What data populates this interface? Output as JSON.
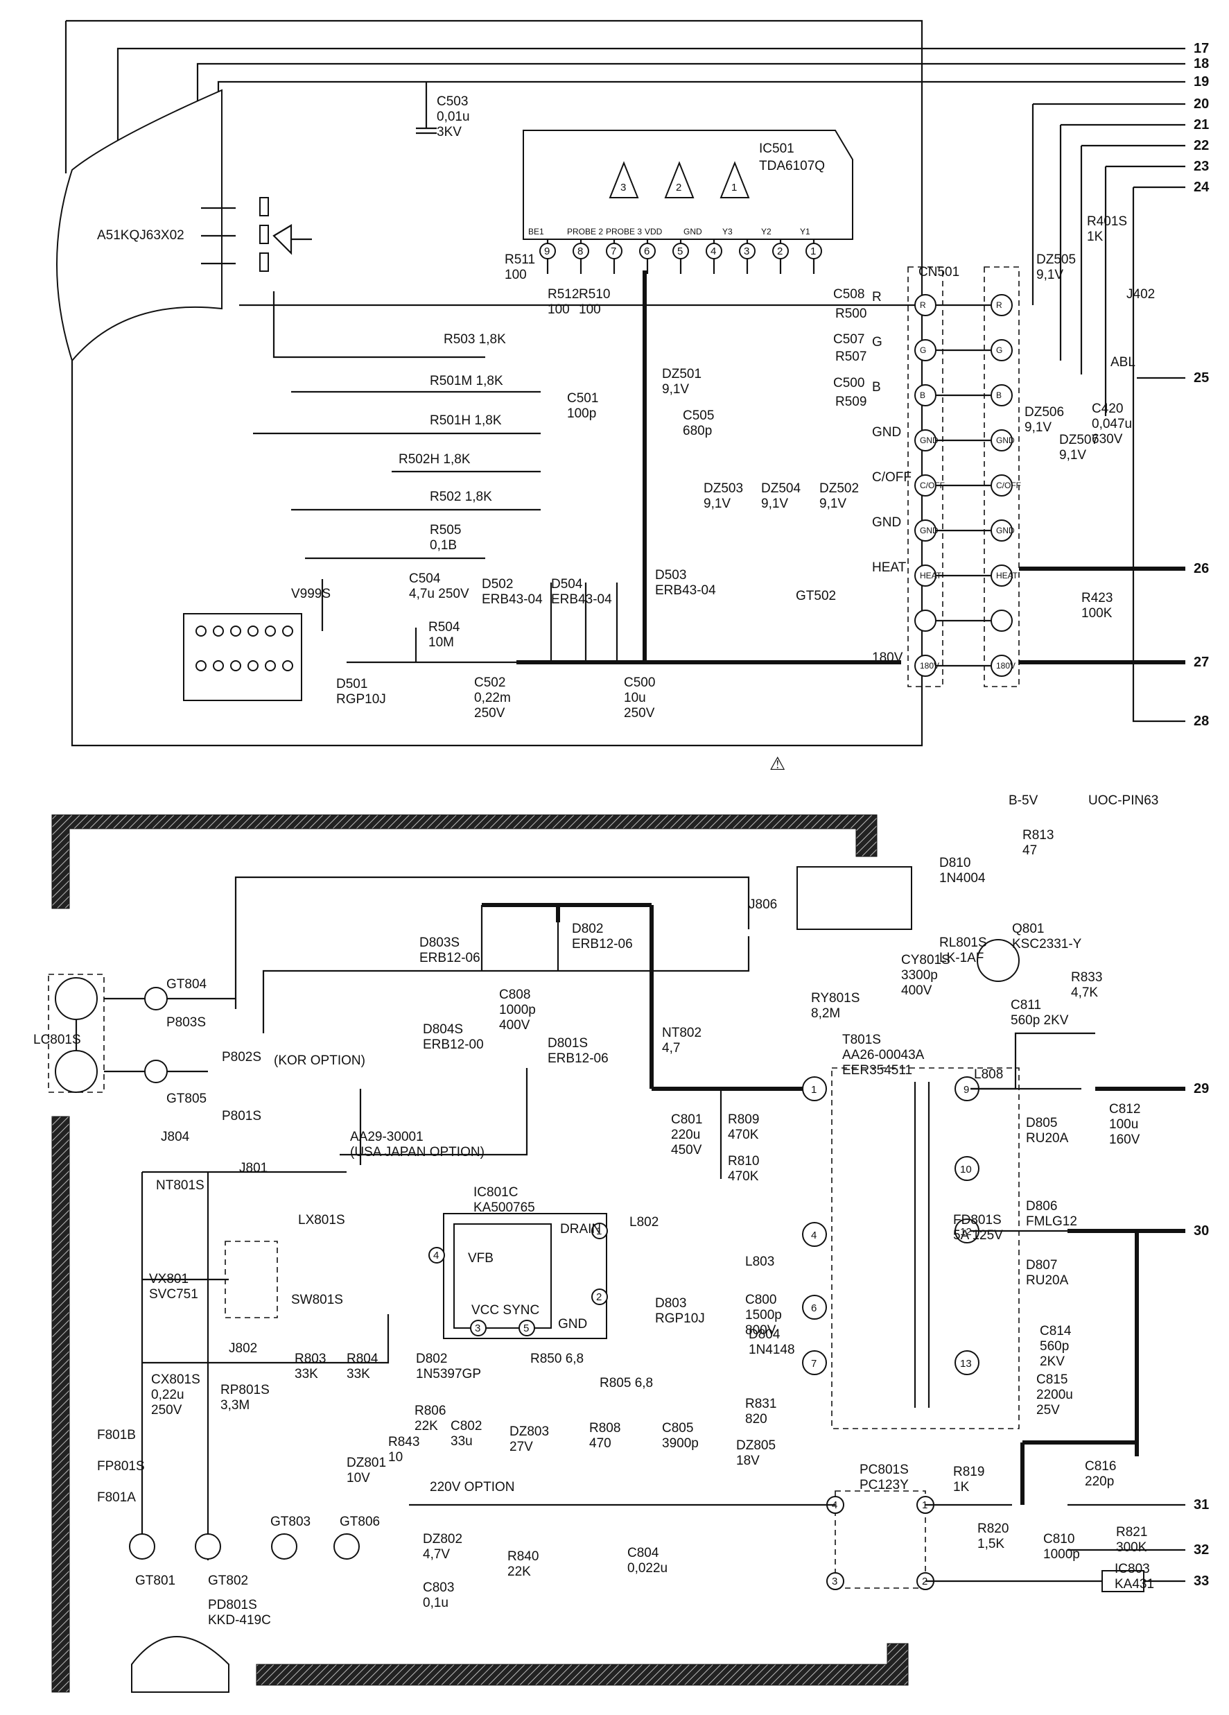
{
  "terminals_top": [
    "17",
    "18",
    "19",
    "20",
    "21",
    "22",
    "23",
    "24",
    "25",
    "26",
    "27",
    "28"
  ],
  "terminals_bottom": [
    "29",
    "30",
    "31",
    "32",
    "33"
  ],
  "crt": {
    "model": "A51KQJ63X02"
  },
  "ic501": {
    "ref": "IC501",
    "part": "TDA6107Q",
    "pin_names": [
      "BE1",
      "PROBE 2",
      "PROBE 3",
      "VDD",
      "GND",
      "Y3",
      "Y2",
      "Y1"
    ],
    "pins": [
      "9",
      "8",
      "7",
      "6",
      "5",
      "4",
      "3",
      "2",
      "1"
    ],
    "amps": [
      "3",
      "2",
      "1"
    ]
  },
  "top_labels": [
    {
      "id": "c503",
      "lines": [
        "C503",
        "0,01u",
        "3KV"
      ]
    },
    {
      "id": "r511",
      "lines": [
        "R511",
        "100"
      ]
    },
    {
      "id": "r512",
      "lines": [
        "R512",
        "100"
      ]
    },
    {
      "id": "r510",
      "lines": [
        "R510",
        "100"
      ]
    },
    {
      "id": "r503",
      "lines": [
        "R503 1,8K"
      ]
    },
    {
      "id": "r501m",
      "lines": [
        "R501M 1,8K"
      ]
    },
    {
      "id": "r501h",
      "lines": [
        "R501H 1,8K"
      ]
    },
    {
      "id": "r502h",
      "lines": [
        "R502H 1,8K"
      ]
    },
    {
      "id": "r502",
      "lines": [
        "R502 1,8K"
      ]
    },
    {
      "id": "r505",
      "lines": [
        "R505",
        "0,1B"
      ]
    },
    {
      "id": "c501",
      "lines": [
        "C501",
        "100p"
      ]
    },
    {
      "id": "c505",
      "lines": [
        "C505",
        "680p"
      ]
    },
    {
      "id": "dz501",
      "lines": [
        "DZ501",
        "9,1V"
      ]
    },
    {
      "id": "dz503",
      "lines": [
        "DZ503",
        "9,1V"
      ]
    },
    {
      "id": "dz504",
      "lines": [
        "DZ504",
        "9,1V"
      ]
    },
    {
      "id": "dz502",
      "lines": [
        "DZ502",
        "9,1V"
      ]
    },
    {
      "id": "c508",
      "lines": [
        "C508"
      ]
    },
    {
      "id": "r500",
      "lines": [
        "R500"
      ]
    },
    {
      "id": "c507",
      "lines": [
        "C507"
      ]
    },
    {
      "id": "r507",
      "lines": [
        "R507"
      ]
    },
    {
      "id": "c500b",
      "lines": [
        "C500"
      ]
    },
    {
      "id": "r509",
      "lines": [
        "R509"
      ]
    },
    {
      "id": "v999s",
      "lines": [
        "V999S"
      ]
    },
    {
      "id": "c504",
      "lines": [
        "C504",
        "4,7u 250V"
      ]
    },
    {
      "id": "r504",
      "lines": [
        "R504",
        "10M"
      ]
    },
    {
      "id": "d502",
      "lines": [
        "D502",
        "ERB43-04"
      ]
    },
    {
      "id": "d504",
      "lines": [
        "D504",
        "ERB43-04"
      ]
    },
    {
      "id": "d503",
      "lines": [
        "D503",
        "ERB43-04"
      ]
    },
    {
      "id": "gt502",
      "lines": [
        "GT502"
      ]
    },
    {
      "id": "d501",
      "lines": [
        "D501",
        "RGP10J"
      ]
    },
    {
      "id": "c502",
      "lines": [
        "C502",
        "0,22m",
        "250V"
      ]
    },
    {
      "id": "c500",
      "lines": [
        "C500",
        "10u",
        "250V"
      ]
    },
    {
      "id": "cn501",
      "lines": [
        "CN501"
      ]
    },
    {
      "id": "dz505",
      "lines": [
        "DZ505",
        "9,1V"
      ]
    },
    {
      "id": "dz506",
      "lines": [
        "DZ506",
        "9,1V"
      ]
    },
    {
      "id": "dz507",
      "lines": [
        "DZ507",
        "9,1V"
      ]
    },
    {
      "id": "c420",
      "lines": [
        "C420",
        "0,047u",
        "630V"
      ]
    },
    {
      "id": "r401s",
      "lines": [
        "R401S",
        "1K"
      ]
    },
    {
      "id": "j402",
      "lines": [
        "J402"
      ]
    },
    {
      "id": "abl",
      "lines": [
        "ABL"
      ]
    },
    {
      "id": "r423",
      "lines": [
        "R423",
        "100K"
      ]
    }
  ],
  "cn501": {
    "pins": [
      "R",
      "G",
      "B",
      "GND",
      "C/OFF",
      "GND",
      "HEAT",
      "",
      "180V"
    ],
    "side_labels": [
      "R",
      "G",
      "B",
      "GND",
      "C/OFF",
      "GND",
      "HEAT",
      "",
      "180V"
    ]
  },
  "bottom_labels": [
    {
      "id": "b5v",
      "lines": [
        "B-5V"
      ]
    },
    {
      "id": "uoc",
      "lines": [
        "UOC-PIN63"
      ]
    },
    {
      "id": "r813",
      "lines": [
        "R813",
        "47"
      ]
    },
    {
      "id": "d810",
      "lines": [
        "D810",
        "1N4004"
      ]
    },
    {
      "id": "j806",
      "lines": [
        "J806"
      ]
    },
    {
      "id": "q801",
      "lines": [
        "Q801",
        "KSC2331-Y"
      ]
    },
    {
      "id": "rl801s",
      "lines": [
        "RL801S",
        "LK-1AF"
      ]
    },
    {
      "id": "r833",
      "lines": [
        "R833",
        "4,7K"
      ]
    },
    {
      "id": "d803s",
      "lines": [
        "D803S",
        "ERB12-06"
      ]
    },
    {
      "id": "d802s",
      "lines": [
        "D802",
        "ERB12-06"
      ]
    },
    {
      "id": "c808",
      "lines": [
        "C808",
        "1000p",
        "400V"
      ]
    },
    {
      "id": "d804s",
      "lines": [
        "D804S",
        "ERB12-00"
      ]
    },
    {
      "id": "d801s",
      "lines": [
        "D801S",
        "ERB12-06"
      ]
    },
    {
      "id": "cy801s",
      "lines": [
        "CY801S",
        "3300p",
        "400V"
      ]
    },
    {
      "id": "ry801s",
      "lines": [
        "RY801S",
        "8,2M"
      ]
    },
    {
      "id": "c811",
      "lines": [
        "C811",
        "560p 2KV"
      ]
    },
    {
      "id": "gt804",
      "lines": [
        "GT804"
      ]
    },
    {
      "id": "lc801s",
      "lines": [
        "LC801S"
      ]
    },
    {
      "id": "gt805",
      "lines": [
        "GT805"
      ]
    },
    {
      "id": "p803s",
      "lines": [
        "P803S"
      ]
    },
    {
      "id": "p802s",
      "lines": [
        "P802S"
      ]
    },
    {
      "id": "p801s",
      "lines": [
        "P801S"
      ]
    },
    {
      "id": "kor",
      "lines": [
        "(KOR OPTION)"
      ]
    },
    {
      "id": "nt802",
      "lines": [
        "NT802",
        "4,7"
      ]
    },
    {
      "id": "t801s",
      "lines": [
        "T801S",
        "AA26-00043A",
        "EER354511"
      ]
    },
    {
      "id": "l808",
      "lines": [
        "L808"
      ]
    },
    {
      "id": "d805",
      "lines": [
        "D805",
        "RU20A"
      ]
    },
    {
      "id": "c812",
      "lines": [
        "C812",
        "100u",
        "160V"
      ]
    },
    {
      "id": "c801",
      "lines": [
        "C801",
        "220u",
        "450V"
      ]
    },
    {
      "id": "r809",
      "lines": [
        "R809",
        "470K"
      ]
    },
    {
      "id": "r810",
      "lines": [
        "R810",
        "470K"
      ]
    },
    {
      "id": "aa29",
      "lines": [
        "AA29-30001",
        "(USA JAPAN OPTION)"
      ]
    },
    {
      "id": "j804",
      "lines": [
        "J804"
      ]
    },
    {
      "id": "j801",
      "lines": [
        "J801"
      ]
    },
    {
      "id": "nt801s",
      "lines": [
        "NT801S"
      ]
    },
    {
      "id": "lx801s",
      "lines": [
        "LX801S"
      ]
    },
    {
      "id": "ic801c",
      "lines": [
        "IC801C",
        "KA500765"
      ]
    },
    {
      "id": "drain",
      "lines": [
        "DRAIN"
      ]
    },
    {
      "id": "vfb",
      "lines": [
        "VFB"
      ]
    },
    {
      "id": "vccsync",
      "lines": [
        "VCC SYNC"
      ]
    },
    {
      "id": "gnd_ic",
      "lines": [
        "GND"
      ]
    },
    {
      "id": "l802",
      "lines": [
        "L802"
      ]
    },
    {
      "id": "l803",
      "lines": [
        "L803"
      ]
    },
    {
      "id": "c800",
      "lines": [
        "C800",
        "1500p",
        "800V"
      ]
    },
    {
      "id": "d803",
      "lines": [
        "D803",
        "RGP10J"
      ]
    },
    {
      "id": "d804",
      "lines": [
        "D804",
        "1N4148"
      ]
    },
    {
      "id": "fd801s",
      "lines": [
        "FD801S",
        "5A 125V"
      ]
    },
    {
      "id": "d806",
      "lines": [
        "D806",
        "FMLG12"
      ]
    },
    {
      "id": "d807",
      "lines": [
        "D807",
        "RU20A"
      ]
    },
    {
      "id": "c814",
      "lines": [
        "C814",
        "560p",
        "2KV"
      ]
    },
    {
      "id": "c815",
      "lines": [
        "C815",
        "2200u",
        "25V"
      ]
    },
    {
      "id": "vx801",
      "lines": [
        "VX801",
        "SVC751"
      ]
    },
    {
      "id": "sw801s",
      "lines": [
        "SW801S"
      ]
    },
    {
      "id": "j802",
      "lines": [
        "J802"
      ]
    },
    {
      "id": "r803",
      "lines": [
        "R803",
        "33K"
      ]
    },
    {
      "id": "r804",
      "lines": [
        "R804",
        "33K"
      ]
    },
    {
      "id": "d802",
      "lines": [
        "D802",
        "1N5397GP"
      ]
    },
    {
      "id": "r850",
      "lines": [
        "R850 6,8"
      ]
    },
    {
      "id": "r805",
      "lines": [
        "R805 6,8"
      ]
    },
    {
      "id": "r831",
      "lines": [
        "R831",
        "820"
      ]
    },
    {
      "id": "cx801s",
      "lines": [
        "CX801S",
        "0,22u",
        "250V"
      ]
    },
    {
      "id": "rp801s",
      "lines": [
        "RP801S",
        "3,3M"
      ]
    },
    {
      "id": "r806",
      "lines": [
        "R806",
        "22K"
      ]
    },
    {
      "id": "c802",
      "lines": [
        "C802",
        "33u"
      ]
    },
    {
      "id": "dz803",
      "lines": [
        "DZ803",
        "27V"
      ]
    },
    {
      "id": "r808",
      "lines": [
        "R808",
        "470"
      ]
    },
    {
      "id": "c805",
      "lines": [
        "C805",
        "3900p"
      ]
    },
    {
      "id": "dz805",
      "lines": [
        "DZ805",
        "18V"
      ]
    },
    {
      "id": "r843",
      "lines": [
        "R843",
        "10"
      ]
    },
    {
      "id": "dz801",
      "lines": [
        "DZ801",
        "10V"
      ]
    },
    {
      "id": "opt220",
      "lines": [
        "220V OPTION"
      ]
    },
    {
      "id": "f801b",
      "lines": [
        "F801B"
      ]
    },
    {
      "id": "fp801s",
      "lines": [
        "FP801S"
      ]
    },
    {
      "id": "f801a",
      "lines": [
        "F801A"
      ]
    },
    {
      "id": "pc801s",
      "lines": [
        "PC801S",
        "PC123Y"
      ]
    },
    {
      "id": "r819",
      "lines": [
        "R819",
        "1K"
      ]
    },
    {
      "id": "c816",
      "lines": [
        "C816",
        "220p"
      ]
    },
    {
      "id": "r820",
      "lines": [
        "R820",
        "1,5K"
      ]
    },
    {
      "id": "c810",
      "lines": [
        "C810",
        "1000p"
      ]
    },
    {
      "id": "r821",
      "lines": [
        "R821",
        "300K"
      ]
    },
    {
      "id": "ic803",
      "lines": [
        "IC803",
        "KA431"
      ]
    },
    {
      "id": "dz802",
      "lines": [
        "DZ802",
        "4,7V"
      ]
    },
    {
      "id": "r840",
      "lines": [
        "R840",
        "22K"
      ]
    },
    {
      "id": "c804",
      "lines": [
        "C804",
        "0,022u"
      ]
    },
    {
      "id": "c803",
      "lines": [
        "C803",
        "0,1u"
      ]
    },
    {
      "id": "gt801",
      "lines": [
        "GT801"
      ]
    },
    {
      "id": "gt802",
      "lines": [
        "GT802"
      ]
    },
    {
      "id": "pd801s",
      "lines": [
        "PD801S",
        "KKD-419C"
      ]
    },
    {
      "id": "gt803",
      "lines": [
        "GT803"
      ]
    },
    {
      "id": "gt806",
      "lines": [
        "GT806"
      ]
    }
  ],
  "t801_pins": [
    "1",
    "4",
    "6",
    "7",
    "9",
    "10",
    "12",
    "13"
  ],
  "ic801_pins": [
    "4",
    "1",
    "2",
    "3",
    "5"
  ],
  "pc801_pins": [
    "4",
    "3",
    "1",
    "2"
  ],
  "warning_symbol": "⚠"
}
